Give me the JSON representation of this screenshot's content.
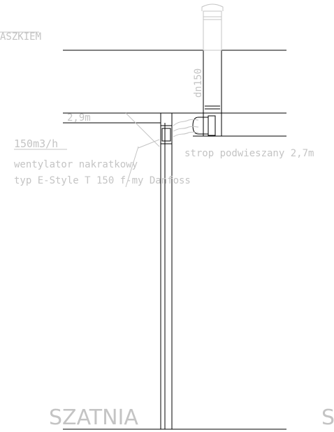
{
  "labels": {
    "top_left_fragment": "ASZKIEM",
    "level_mark": "2,9m",
    "airflow": "150m3/h",
    "fan_name": "wentylator nakratkowy",
    "fan_type": "typ E-Style T 150 f-my Danfoss",
    "ceiling_note": "strop podwieszany 2,7m",
    "duct_size": "dn150",
    "room_name": "SZATNIA",
    "right_fragment": "S"
  },
  "colors": {
    "line_dark": "#000000",
    "line_light": "#c4c4c4",
    "background": "#ffffff"
  }
}
